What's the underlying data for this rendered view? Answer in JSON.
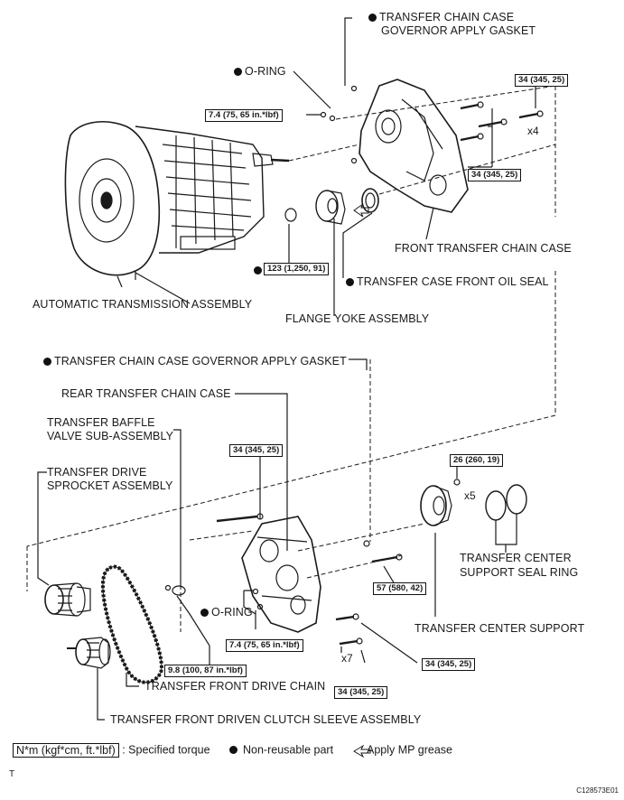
{
  "labels": {
    "transfer_chain_case_gasket_top_line1": "TRANSFER CHAIN CASE",
    "transfer_chain_case_gasket_top_line2": "GOVERNOR APPLY GASKET",
    "o_ring_top": "O-RING",
    "front_transfer_chain_case": "FRONT TRANSFER CHAIN CASE",
    "transfer_case_front_oil_seal": "TRANSFER CASE FRONT OIL SEAL",
    "automatic_transmission_assembly": "AUTOMATIC TRANSMISSION ASSEMBLY",
    "flange_yoke_assembly": "FLANGE YOKE ASSEMBLY",
    "transfer_chain_case_gasket_mid": "TRANSFER CHAIN CASE GOVERNOR APPLY GASKET",
    "rear_transfer_chain_case": "REAR TRANSFER CHAIN CASE",
    "transfer_baffle_valve_line1": "TRANSFER BAFFLE",
    "transfer_baffle_valve_line2": "VALVE SUB-ASSEMBLY",
    "transfer_drive_sprocket_line1": "TRANSFER DRIVE",
    "transfer_drive_sprocket_line2": "SPROCKET ASSEMBLY",
    "transfer_center_support_seal_ring_line1": "TRANSFER CENTER",
    "transfer_center_support_seal_ring_line2": "SUPPORT SEAL RING",
    "o_ring_bottom": "O-RING",
    "transfer_center_support": "TRANSFER CENTER SUPPORT",
    "transfer_front_drive_chain": "TRANSFER FRONT DRIVE CHAIN",
    "transfer_front_driven_clutch_sleeve": "TRANSFER FRONT DRIVEN CLUTCH SLEEVE ASSEMBLY"
  },
  "torques": {
    "t_34_top_right": "34 (345, 25)",
    "t_74_top": "7.4 (75, 65 in.*lbf)",
    "t_34_mid_right": "34 (345, 25)",
    "t_123": "123 (1,250, 91)",
    "t_34_rear_top": "34 (345, 25)",
    "t_26": "26 (260, 19)",
    "t_57": "57 (580, 42)",
    "t_74_bottom": "7.4 (75, 65 in.*lbf)",
    "t_98": "9.8 (100, 87 in.*lbf)",
    "t_34_bottom_right": "34 (345, 25)",
    "t_34_bottom": "34 (345, 25)"
  },
  "multipliers": {
    "x4": "x4",
    "x5": "x5",
    "x7": "x7"
  },
  "legend": {
    "torque_box": "N*m (kgf*cm, ft.*lbf)",
    "torque_desc": ": Specified torque",
    "nonreusable": "Non-reusable part",
    "grease": "Apply MP grease"
  },
  "footer": {
    "code": "C128573E01",
    "mark": "T"
  }
}
